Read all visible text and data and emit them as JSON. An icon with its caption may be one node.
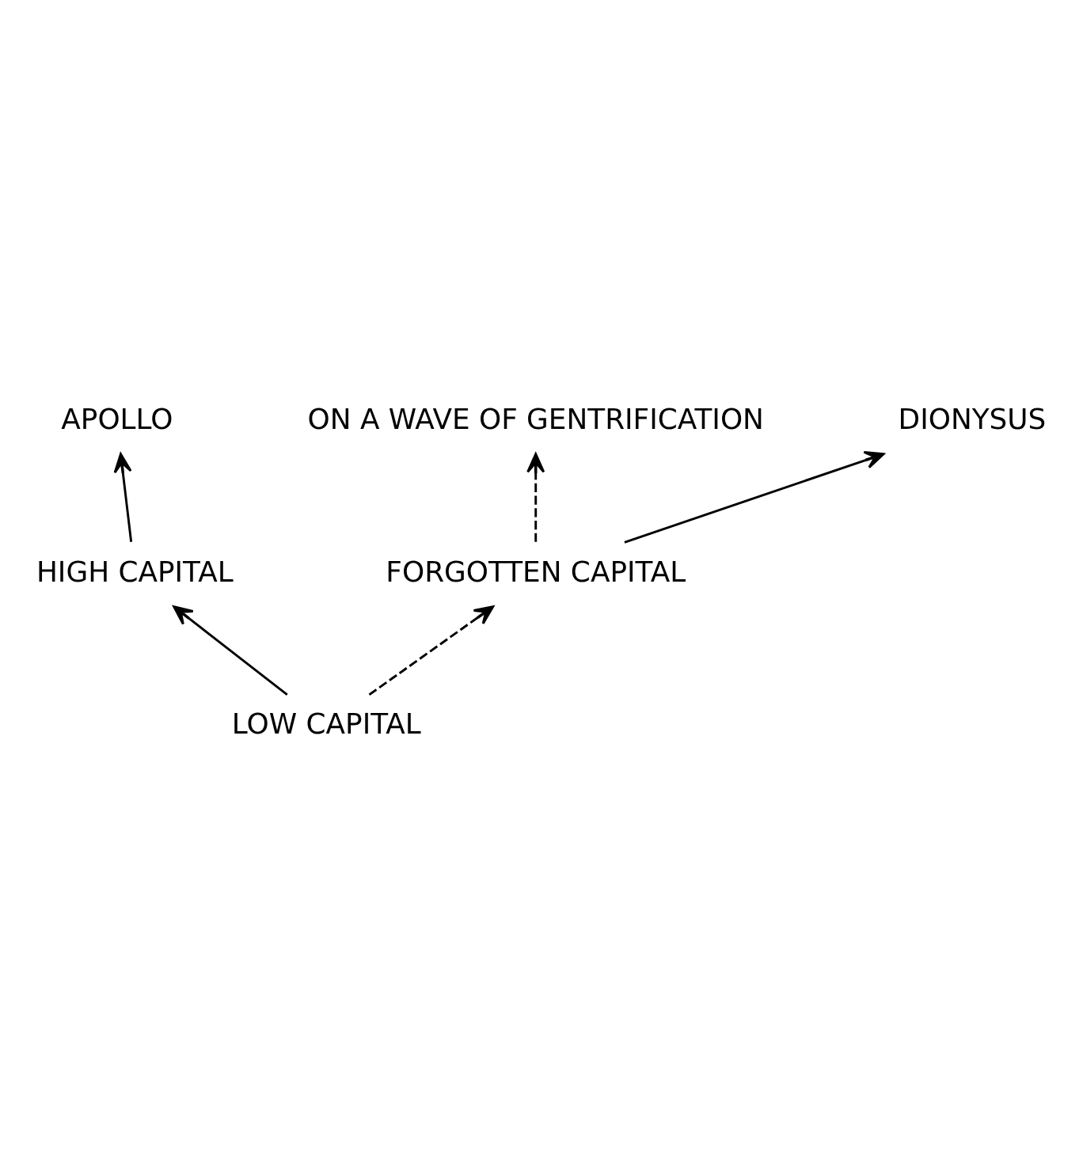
{
  "diagram": {
    "nodes": [
      {
        "text": [
          "APOLLO"
        ]
      },
      {
        "text": [
          "HIGH CAPITAL"
        ]
      },
      {
        "text": [
          "ON A WAVE OF GENTRIFICATION"
        ]
      },
      {
        "text": [
          "LOW CAPITAL"
        ]
      },
      {
        "text": [
          "FORGOTTEN CAPITAL"
        ]
      },
      {
        "text": [
          "DIONYSUS"
        ]
      }
    ],
    "edges": [
      {
        "from": 1,
        "to": 0,
        "arrow": "to"
      },
      {
        "from": 3,
        "to": 1,
        "arrow": "to"
      },
      {
        "from": 3,
        "to": 4,
        "arrow": "to",
        "style": "dashed"
      },
      {
        "from": 4,
        "to": 2,
        "arrow": "to",
        "style": "dashed"
      },
      {
        "from": 4,
        "to": 5,
        "arrow": "to"
      }
    ]
  }
}
